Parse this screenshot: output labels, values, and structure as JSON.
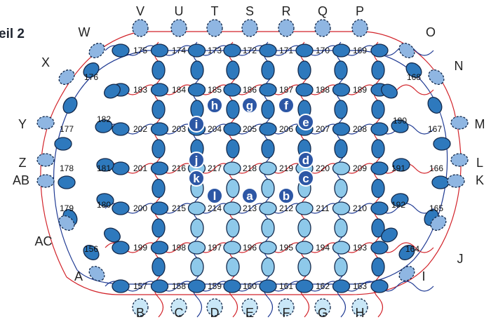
{
  "title": "eil 2",
  "colors": {
    "dark_bead": "#2e79bd",
    "light_bead": "#8ec9ea",
    "dashed_bead": "#8fb6e2",
    "dashed_light_bead": "#c9e7f7",
    "red_thread": "#d2232a",
    "blue_thread": "#1f3a93",
    "letter_badge": "#2d57a5"
  },
  "edge_labels": {
    "top": [
      "V",
      "U",
      "T",
      "S",
      "R",
      "Q",
      "P"
    ],
    "bottom": [
      "B",
      "C",
      "D",
      "E",
      "F",
      "G",
      "H"
    ],
    "left": [
      "W",
      "X",
      "Y",
      "Z",
      "AB",
      "AC",
      "A"
    ],
    "right": [
      "O",
      "N",
      "M",
      "L",
      "K",
      "J",
      "I"
    ]
  },
  "numbers": [
    "175",
    "174",
    "173",
    "172",
    "171",
    "170",
    "169",
    "176",
    "168",
    "183",
    "184",
    "185",
    "186",
    "187",
    "188",
    "189",
    "182",
    "202",
    "203",
    "204",
    "205",
    "206",
    "207",
    "208",
    "190",
    "177",
    "167",
    "178",
    "181",
    "201",
    "216",
    "217",
    "218",
    "219",
    "220",
    "209",
    "191",
    "166",
    "179",
    "180",
    "200",
    "215",
    "214",
    "213",
    "212",
    "211",
    "210",
    "192",
    "165",
    "199",
    "198",
    "197",
    "196",
    "195",
    "194",
    "193",
    "156",
    "164",
    "157",
    "158",
    "159",
    "160",
    "161",
    "162",
    "163"
  ],
  "letters": [
    "h",
    "g",
    "f",
    "i",
    "e",
    "j",
    "d",
    "k",
    "c",
    "l",
    "a",
    "b"
  ]
}
